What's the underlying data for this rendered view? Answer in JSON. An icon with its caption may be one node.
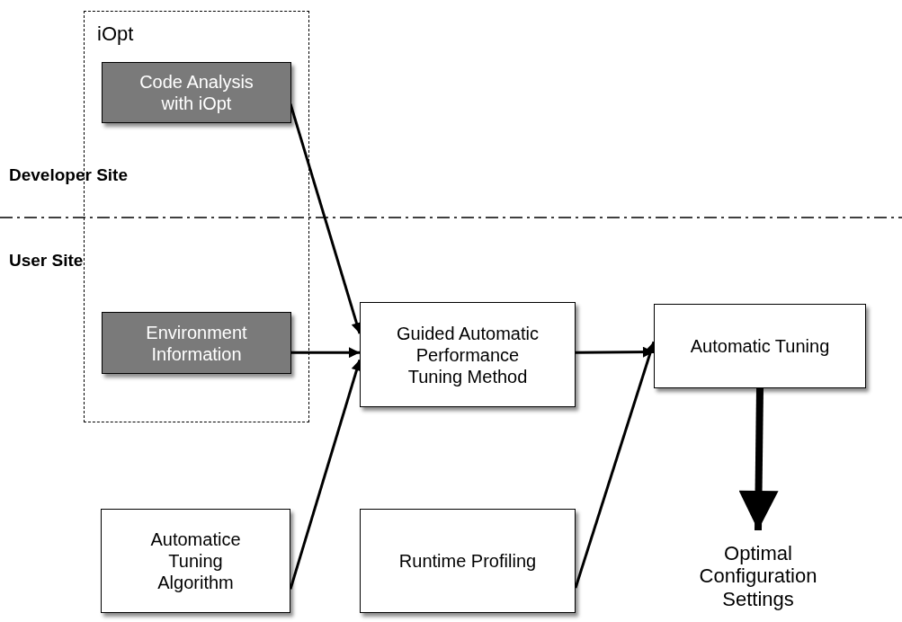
{
  "diagram": {
    "nodes": [
      {
        "text": [
          "iOpt"
        ]
      },
      {
        "text": [
          "Code Analysis with iOpt"
        ],
        "in": 0
      },
      {
        "text": [
          "Environment Information"
        ],
        "in": 0
      },
      {
        "text": [
          "Guided Automatic Performance Tuning Method"
        ]
      },
      {
        "text": [
          "Automatic Tuning"
        ]
      },
      {
        "text": [
          "Automatice Tuning Algorithm"
        ]
      },
      {
        "text": [
          "Runtime Profiling"
        ]
      },
      {
        "text": [
          "Optimal Configuration Settings"
        ]
      }
    ],
    "edges": [
      {
        "from": 1,
        "to": 3,
        "arrow": "to"
      },
      {
        "from": 2,
        "to": 3,
        "arrow": "to"
      },
      {
        "from": 5,
        "to": 3,
        "arrow": "to"
      },
      {
        "from": 3,
        "to": 4,
        "arrow": "to"
      },
      {
        "from": 6,
        "to": 4,
        "arrow": "to"
      },
      {
        "from": 4,
        "to": 7,
        "arrow": "to",
        "style": "thick"
      }
    ],
    "labels": [
      "Developer Site",
      "User Site"
    ]
  }
}
